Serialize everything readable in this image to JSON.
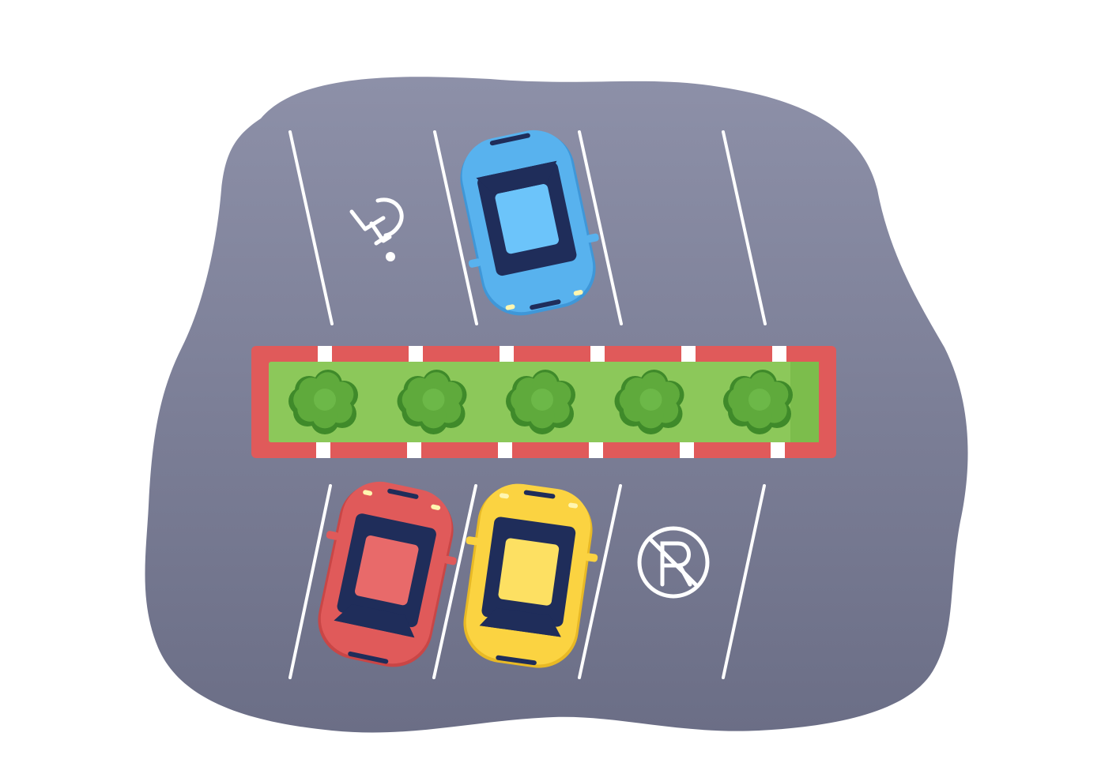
{
  "scene": {
    "title": "",
    "colors": {
      "background": "#ffffff",
      "asphalt_top": "#8d90a8",
      "asphalt_bottom": "#6b6e86",
      "line": "#ffffff",
      "median_border": "#e05a5a",
      "median_stripe": "#ffffff",
      "grass": "#8cc85a",
      "grass_dark": "#6fae44",
      "bush": "#5faa3c",
      "bush_dark": "#3f8a2a"
    },
    "icons": {
      "accessible_spot": "wheelchair-icon",
      "no_parking": "no-parking-icon"
    },
    "cars": [
      {
        "name": "blue-car",
        "color": "#58b2ee",
        "roof": "#6cc4fa",
        "dark": "#1f2d5a",
        "shadow": "#3f97d8",
        "row": "top",
        "slot": 2
      },
      {
        "name": "red-car",
        "color": "#e05a5a",
        "roof": "#e86a6a",
        "dark": "#1f2d5a",
        "shadow": "#c94646",
        "row": "bottom",
        "slot": 1
      },
      {
        "name": "yellow-car",
        "color": "#fbd341",
        "roof": "#fde062",
        "dark": "#1f2d5a",
        "shadow": "#e8b925",
        "row": "bottom",
        "slot": 2
      }
    ],
    "bushes_count": 5,
    "top_row_slots": 3,
    "bottom_row_slots": 3
  }
}
